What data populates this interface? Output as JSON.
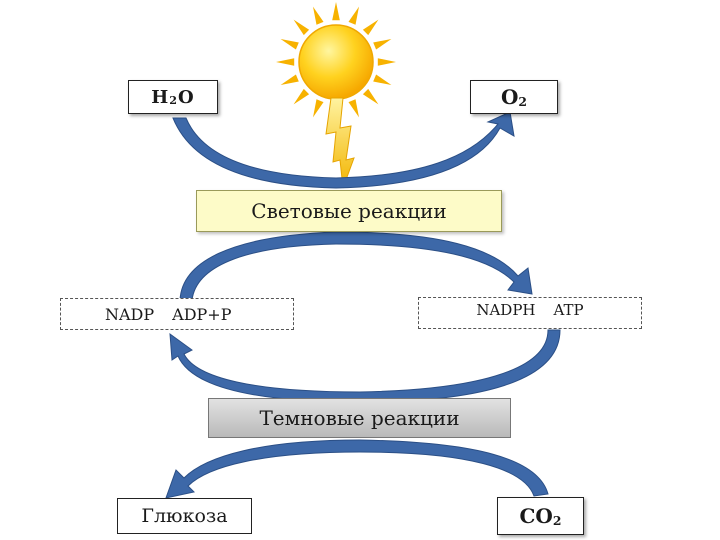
{
  "inputs": {
    "water": {
      "main": "H",
      "sub": "2",
      "tail": "O"
    },
    "oxygen": {
      "main": "O",
      "sub": "2"
    }
  },
  "light_reactions": "Световые реакции",
  "nadp": {
    "a": "NADP",
    "b": "ADP+P"
  },
  "nadph": {
    "a": "NADPH",
    "b": "ATP"
  },
  "dark_reactions": "Темновые реакции",
  "glucose": "Глюкоза",
  "co2": {
    "main": "CO",
    "sub": "2"
  },
  "colors": {
    "arrow": "#3d68a8",
    "arrow_light": "#7a9fd4",
    "sun": "#ffc81a",
    "sun_ray": "#f7b200",
    "light_box_fill": "#fdfbc8"
  }
}
